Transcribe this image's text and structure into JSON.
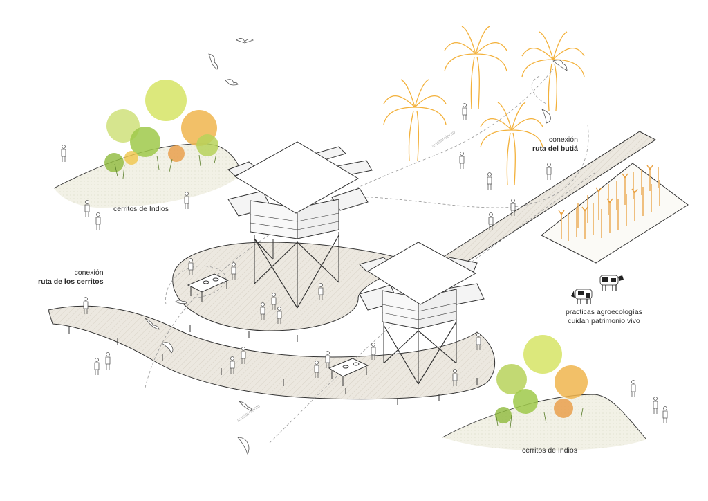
{
  "labels": {
    "cerritos_top": "cerritos de Indios",
    "cerritos_bottom": "cerritos de Indios",
    "conexion_cerritos_line1": "conexión",
    "conexion_cerritos_line2": "ruta de los cerritos",
    "conexion_butia_line1": "conexión",
    "conexion_butia_line2": "ruta del butiá",
    "agro_line1": "practicas agroecologías",
    "agro_line2": "cuidan patrimonio vivo",
    "path_word_1": "avistamiento",
    "path_word_2": "avistamiento"
  },
  "colors": {
    "line": "#333333",
    "deck_fill": "#ece8e0",
    "palm_orange": "#f3b13b",
    "wheat": "#eea64a",
    "green_light": "#b7d25a",
    "green_dark": "#6e9a2f",
    "hill_fill": "#ecebd9"
  },
  "icons": [
    "palm-tree-icon",
    "wheat-field-icon",
    "cow-icon",
    "bird-icon",
    "person-icon",
    "observation-tower-icon",
    "picnic-table-icon"
  ]
}
